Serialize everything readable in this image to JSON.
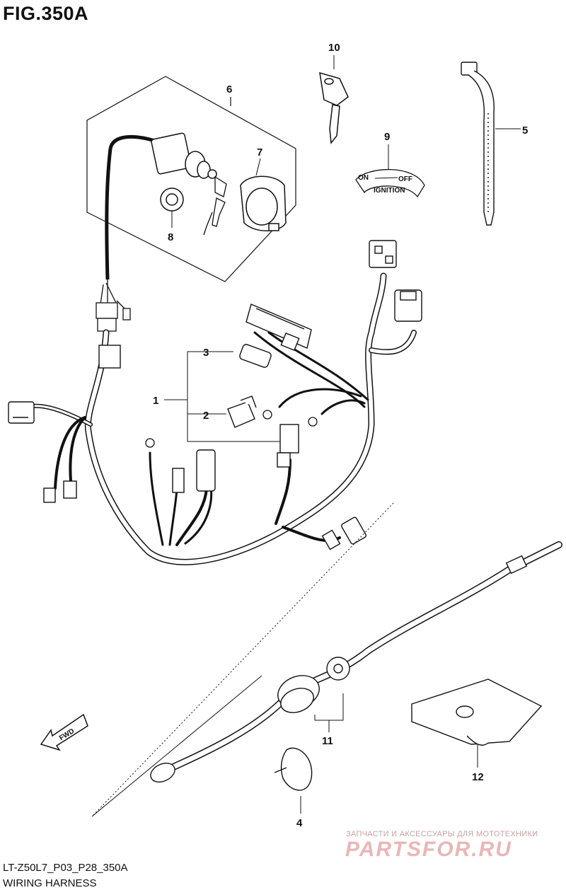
{
  "title": "FIG.350A",
  "drawing_code": "LT-Z50L7_P03_P28_350A",
  "caption": "WIRING HARNESS",
  "callouts": {
    "c1": "1",
    "c2": "2",
    "c3": "3",
    "c4": "4",
    "c5": "5",
    "c6": "6",
    "c7": "7",
    "c8": "8",
    "c9": "9",
    "c10": "10",
    "c11": "11",
    "c12": "12"
  },
  "ignition_label": {
    "on": "ON",
    "off": "OFF",
    "ignition": "IGNITION"
  },
  "direction_arrow": "FWD",
  "watermark": {
    "tagline": "ЗАПЧАСТИ И АКСЕССУАРЫ ДЛЯ МОТОТЕХНИКИ",
    "brand": "PARTSFOR.RU"
  }
}
